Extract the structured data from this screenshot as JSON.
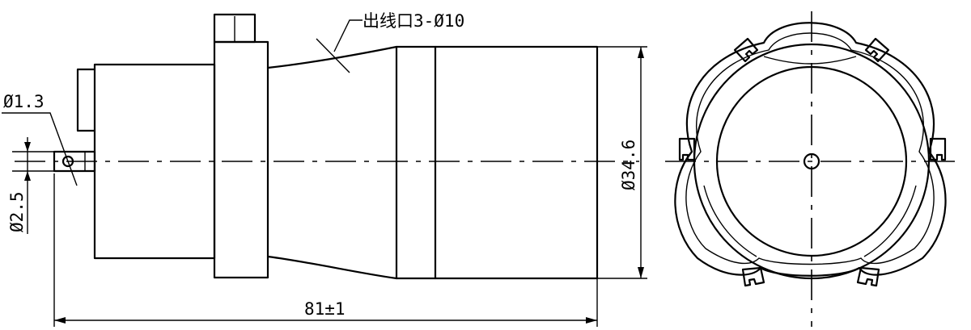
{
  "labels": {
    "outlet": "出线口3-Ø10",
    "shaft_dia": "Ø1.3",
    "pin_dia": "Ø2.5",
    "body_dia": "Ø34.6",
    "length": "81±1"
  }
}
